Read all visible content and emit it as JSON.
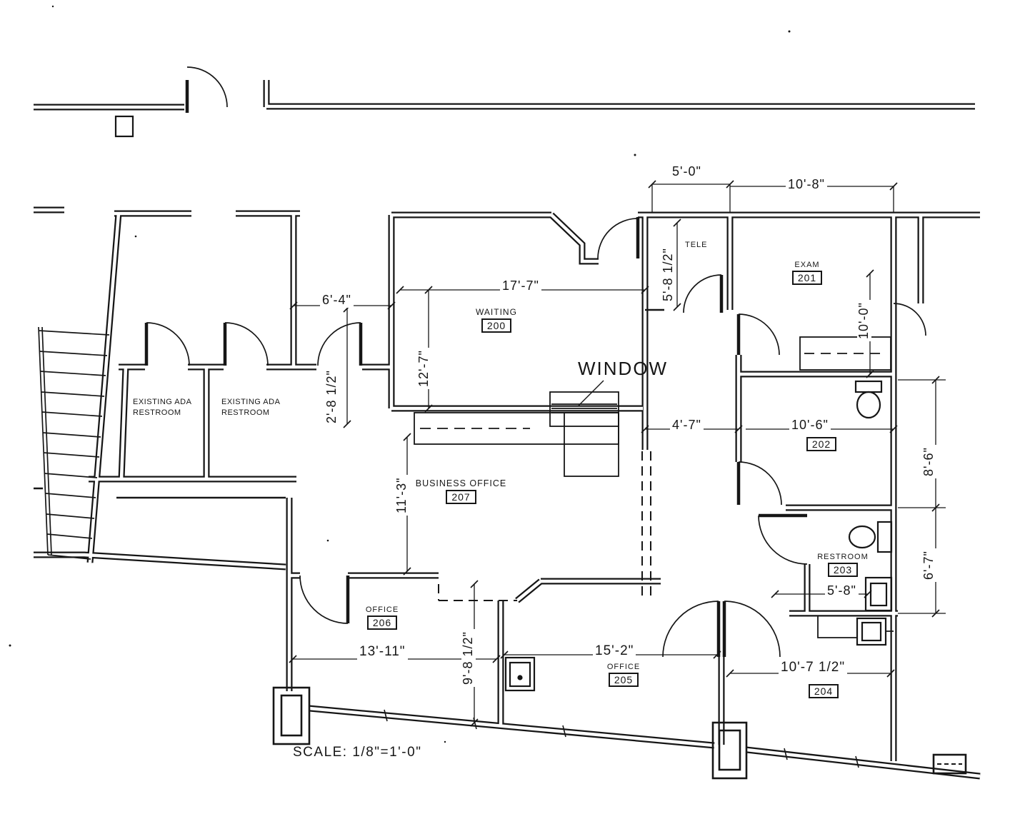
{
  "sheet": {
    "scale_note": "SCALE: 1/8\"=1'-0\""
  },
  "labels": {
    "window": "WINDOW",
    "tele": "TELE"
  },
  "rooms": {
    "waiting": {
      "name": "WAITING",
      "number": "200"
    },
    "exam": {
      "name": "EXAM",
      "number": "201"
    },
    "room_202": {
      "number": "202"
    },
    "restroom_203": {
      "name": "RESTROOM",
      "number": "203"
    },
    "room_204": {
      "number": "204"
    },
    "office_205": {
      "name": "OFFICE",
      "number": "205"
    },
    "office_206": {
      "name": "OFFICE",
      "number": "206"
    },
    "business_office": {
      "name": "BUSINESS OFFICE",
      "number": "207"
    },
    "ada_restroom_left": {
      "name": "EXISTING ADA RESTROOM"
    },
    "ada_restroom_right": {
      "name": "EXISTING ADA RESTROOM"
    }
  },
  "dimensions": {
    "tele_width": "5'-0\"",
    "exam_width": "10'-8\"",
    "tele_depth": "5'-8 1/2\"",
    "waiting_width": "17'-7\"",
    "waiting_depth": "12'-7\"",
    "hall_width": "6'-4\"",
    "hall_depth": "2'-8 1/2\"",
    "business_office_depth": "11'-3\"",
    "corridor_width": "4'-7\"",
    "room_202_width": "10'-6\"",
    "exam_depth": "10'-0\"",
    "room_202_depth": "8'-6\"",
    "restroom_203_depth": "6'-7\"",
    "restroom_203_width": "5'-8\"",
    "office_206_width": "13'-11\"",
    "office_206_depth": "9'-8 1/2\"",
    "office_205_width": "15'-2\"",
    "room_204_width": "10'-7 1/2\""
  }
}
